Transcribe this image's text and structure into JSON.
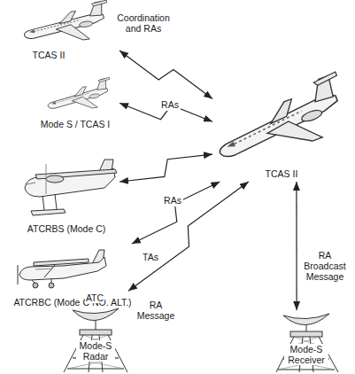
{
  "diagram": {
    "nodes": [
      {
        "text": [
          "TCAS II"
        ]
      },
      {
        "text": [
          "Mode S / TCAS I"
        ]
      },
      {
        "text": [
          "ATCRBS (Mode C)"
        ]
      },
      {
        "text": [
          "ATCRBC (Mode C NO. ALT.)"
        ]
      },
      {
        "text": [
          "ATC",
          "Mode-S Radar"
        ]
      },
      {
        "text": [
          "TCAS II"
        ]
      },
      {
        "text": [
          "Mode-S Receiver"
        ]
      }
    ],
    "edges": [
      {
        "from": 0,
        "to": 5,
        "label": "Coordination and RAs",
        "arrow": "both"
      },
      {
        "from": 1,
        "to": 5,
        "label": "RAs",
        "arrow": "both"
      },
      {
        "from": 2,
        "to": 5,
        "label": "RAs",
        "arrow": "both"
      },
      {
        "from": 3,
        "to": 5,
        "label": "TAs",
        "arrow": "both"
      },
      {
        "from": 4,
        "to": 5,
        "label": "RA Message",
        "arrow": "both"
      },
      {
        "from": 5,
        "to": 6,
        "label": "RA Broadcast Message",
        "arrow": "both"
      }
    ]
  }
}
